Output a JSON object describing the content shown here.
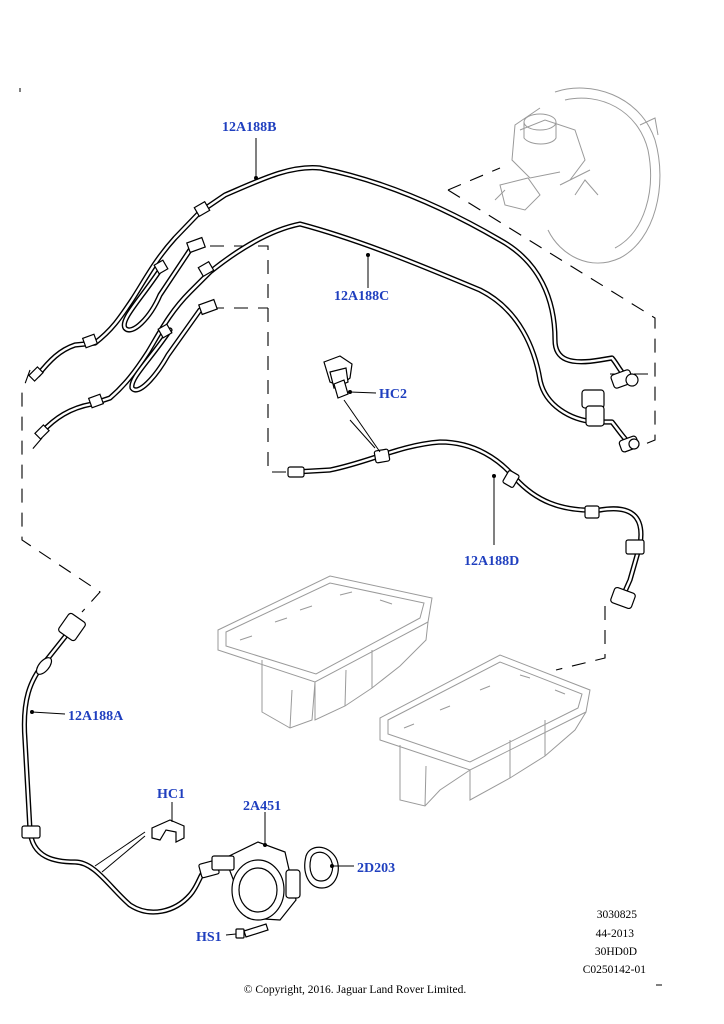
{
  "colors": {
    "callout": "#1f3fbf",
    "line": "#000000",
    "ghost": "#9a9a9a"
  },
  "callouts": {
    "c12a188b": "12A188B",
    "c12a188c": "12A188C",
    "hc2": "HC2",
    "c12a188d": "12A188D",
    "c12a188a": "12A188A",
    "hc1": "HC1",
    "c2a451": "2A451",
    "c2d203": "2D203",
    "hs1": "HS1"
  },
  "reference": {
    "line1": "3030825",
    "line2": "44-2013",
    "line3": "30HD0D",
    "line4": "C0250142-01"
  },
  "copyright": "© Copyright, 2016. Jaguar Land Rover Limited."
}
